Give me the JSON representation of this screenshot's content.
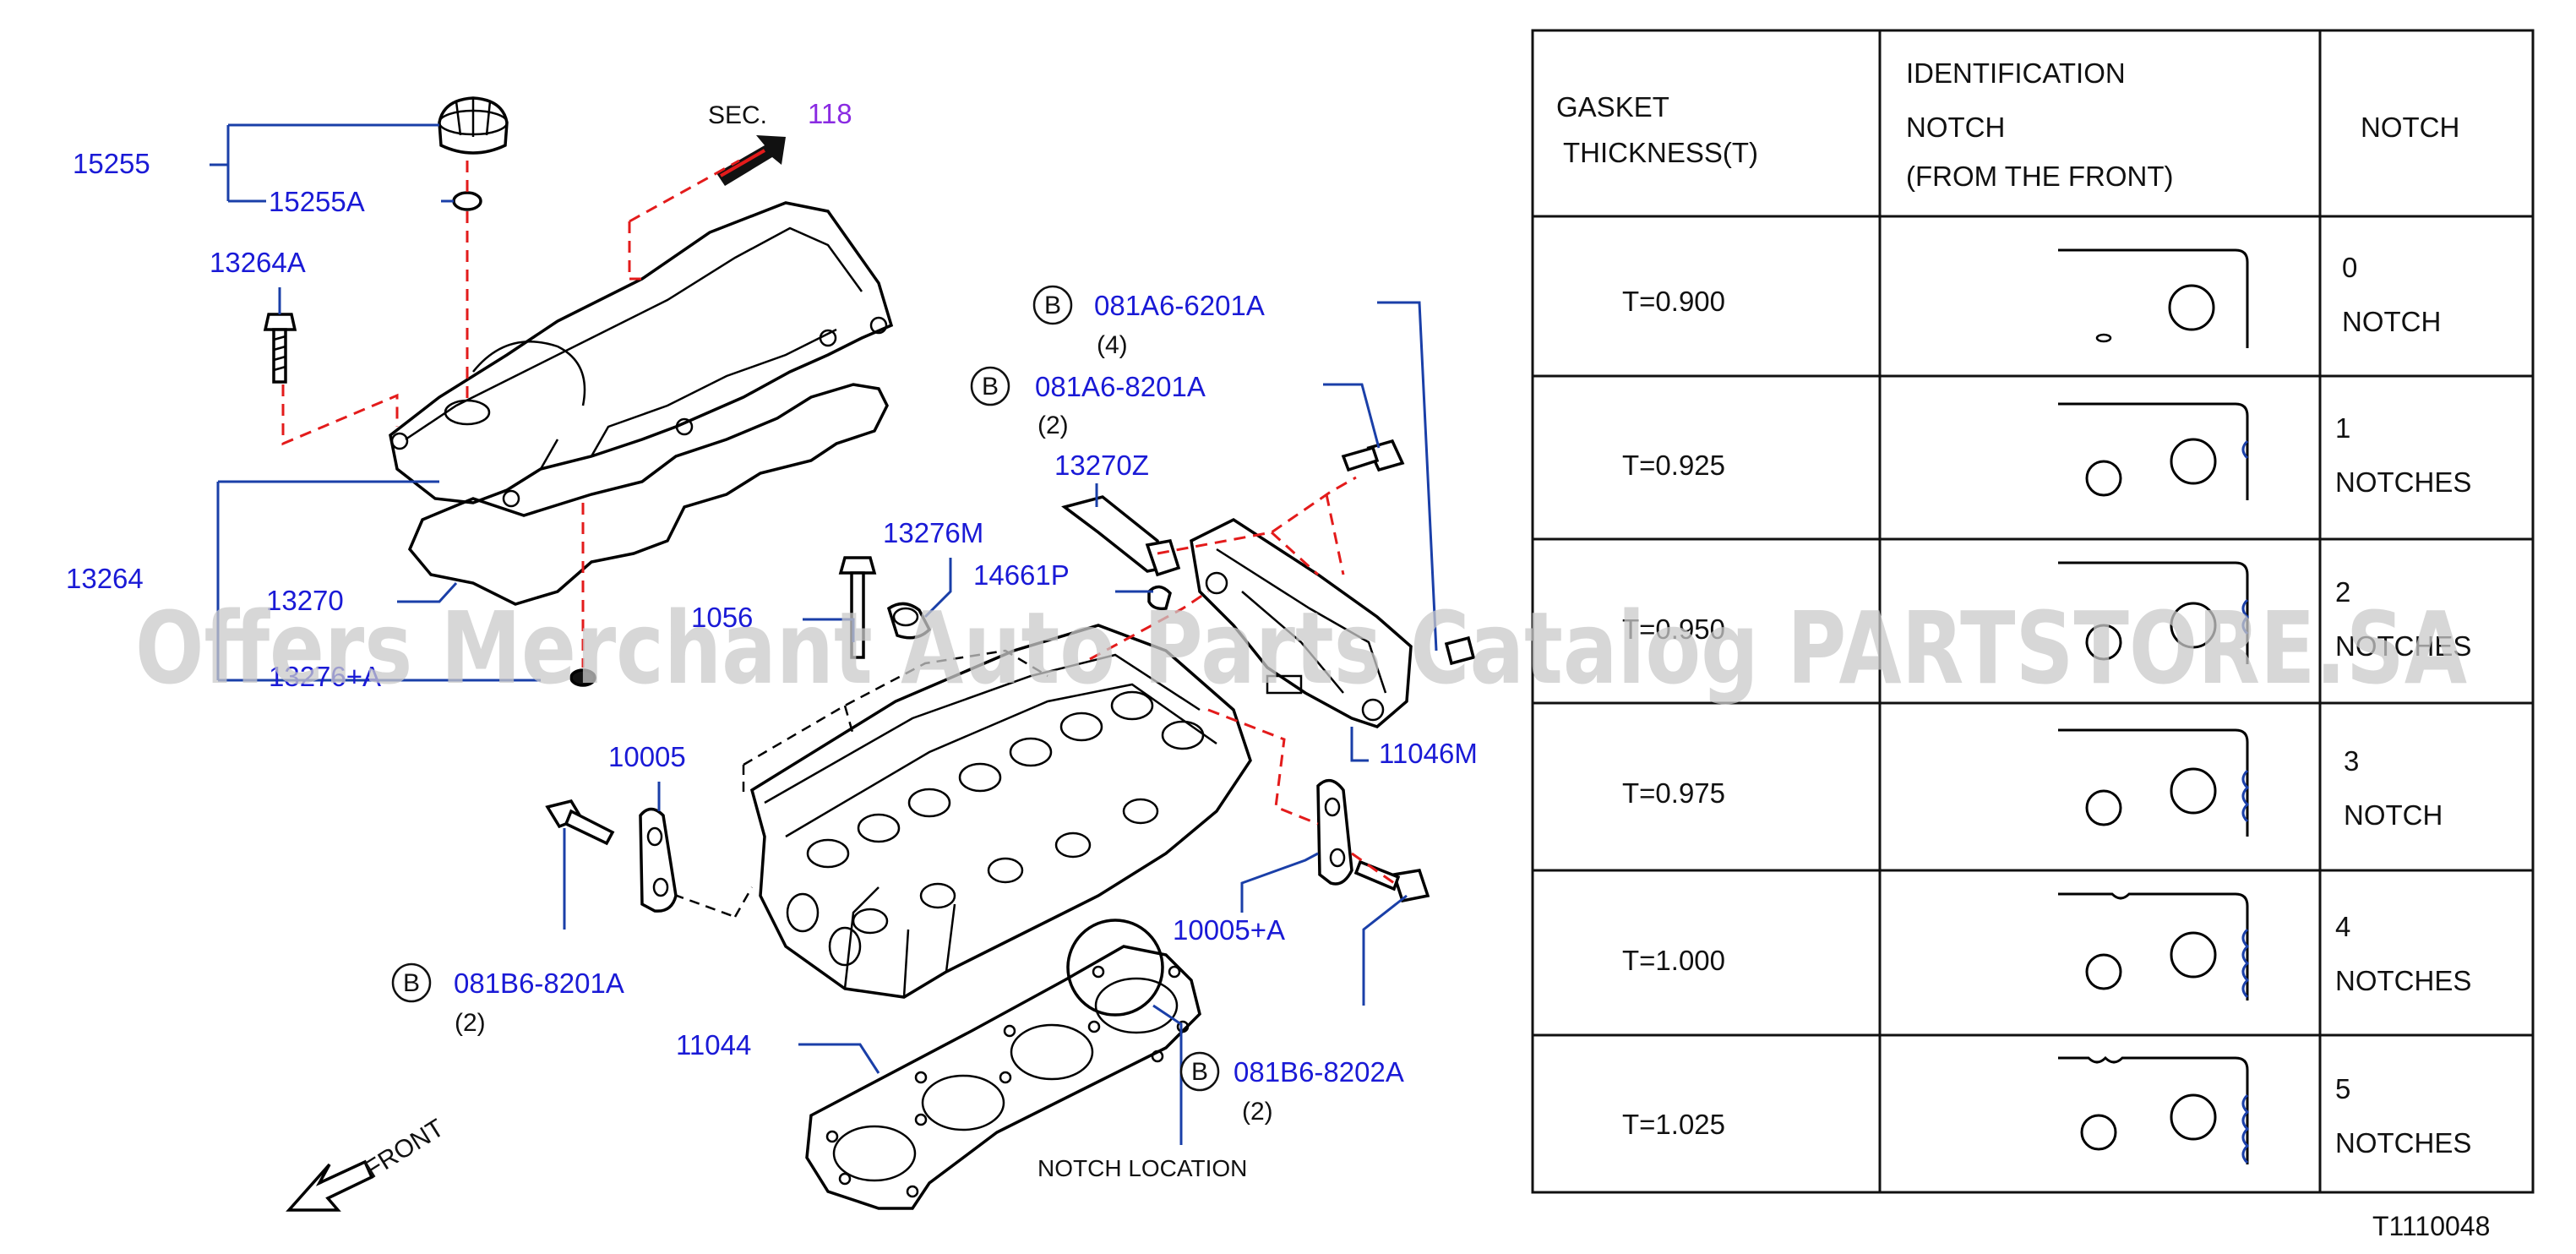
{
  "labels": {
    "sec": "SEC.",
    "sec_num": "118",
    "p15255": "15255",
    "p15255A": "15255A",
    "p13264A": "13264A",
    "p13264": "13264",
    "p13270": "13270",
    "p13276A": "13276+A",
    "p13276M": "13276M",
    "p1056": "1056",
    "p14661P": "14661P",
    "p13270Z": "13270Z",
    "p081A6_6201A": "081A6-6201A",
    "q081A6_6201A": "(4)",
    "p081A6_8201A": "081A6-8201A",
    "q081A6_8201A": "(2)",
    "p11046M": "11046M",
    "p10005": "10005",
    "p10005A": "10005+A",
    "p081B6_8201A": "081B6-8201A",
    "q081B6_8201A": "(2)",
    "p11044": "11044",
    "p081B6_8202A": "081B6-8202A",
    "q081B6_8202A": "(2)",
    "b_marker": "B",
    "notch_location": "NOTCH   LOCATION",
    "front": "FRONT"
  },
  "table": {
    "header": {
      "col1_line1": "GASKET",
      "col1_line2": "THICKNESS(T)",
      "col2_line1": "IDENTIFICATION",
      "col2_line2": "NOTCH",
      "col2_line3": "(FROM   THE   FRONT)",
      "col3": "NOTCH"
    },
    "rows": [
      {
        "thickness": "T=0.900",
        "count": "0",
        "unit": "NOTCH",
        "notches": 0
      },
      {
        "thickness": "T=0.925",
        "count": "1",
        "unit": "NOTCHES",
        "notches": 1
      },
      {
        "thickness": "T=0.950",
        "count": "2",
        "unit": "NOTCHES",
        "notches": 2
      },
      {
        "thickness": "T=0.975",
        "count": "3",
        "unit": "NOTCH",
        "notches": 3
      },
      {
        "thickness": "T=1.000",
        "count": "4",
        "unit": "NOTCHES",
        "notches": 4
      },
      {
        "thickness": "T=1.025",
        "count": "5",
        "unit": "NOTCHES",
        "notches": 5
      }
    ]
  },
  "figure_id": "T1110048",
  "watermark": "Offers Merchant Auto Parts Catalog PARTSTORE.SA",
  "colors": {
    "label_blue": "#1a1ad6",
    "leader_blue": "#1a3fa8",
    "dash_red": "#e31b1b",
    "section_purple": "#8a2be2"
  }
}
